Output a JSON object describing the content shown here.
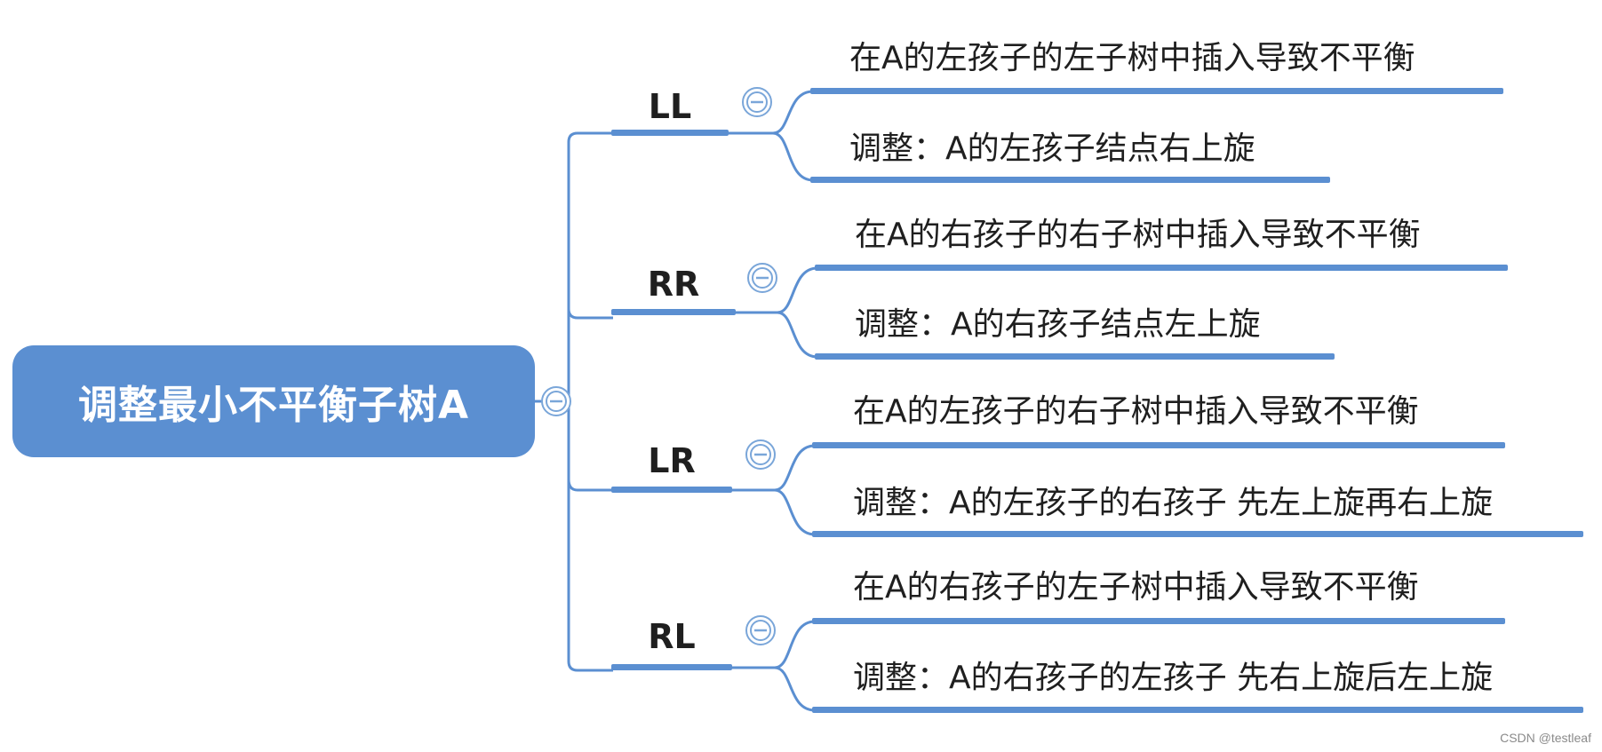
{
  "root": {
    "label": "调整最小不平衡子树A"
  },
  "branches": [
    {
      "label": "LL",
      "children": [
        "在A的左孩子的左子树中插入导致不平衡",
        "调整：A的左孩子结点右上旋"
      ]
    },
    {
      "label": "RR",
      "children": [
        "在A的右孩子的右子树中插入导致不平衡",
        "调整：A的右孩子结点左上旋"
      ]
    },
    {
      "label": "LR",
      "children": [
        "在A的左孩子的右子树中插入导致不平衡",
        "调整：A的左孩子的右孩子 先左上旋再右上旋"
      ]
    },
    {
      "label": "RL",
      "children": [
        "在A的右孩子的左子树中插入导致不平衡",
        "调整：A的右孩子的左孩子 先右上旋后左上旋"
      ]
    }
  ],
  "colors": {
    "line": "#5b8fd1",
    "root_fill": "#5b8fd1",
    "collapse_ring": "#7aa6d9"
  },
  "icons": {
    "collapse": "collapse-icon"
  },
  "watermark": "CSDN @testleaf"
}
